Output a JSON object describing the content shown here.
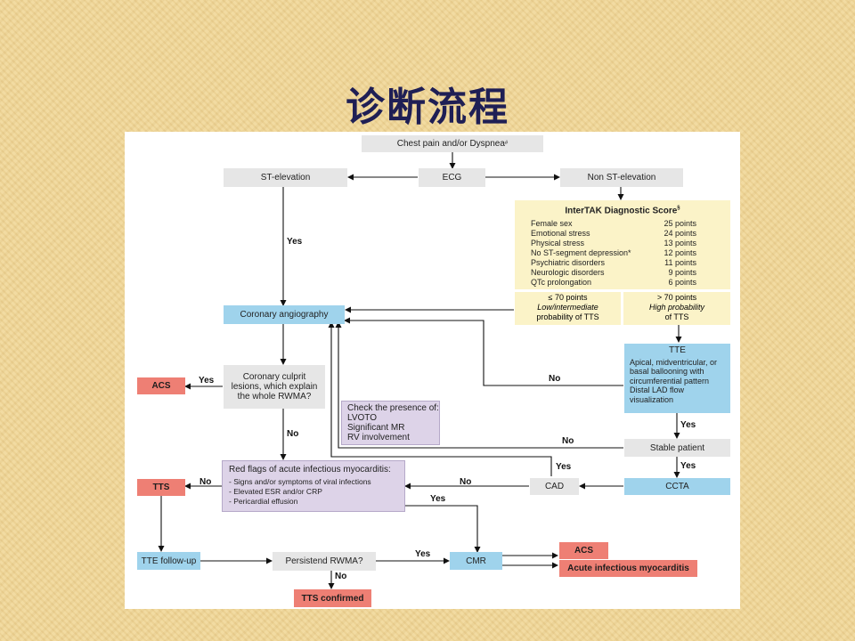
{
  "title": "诊断流程",
  "nodes": {
    "chest_pain": "Chest pain and/or Dyspnea",
    "chest_pain_sup": "#",
    "ecg": "ECG",
    "st_elevation": "ST-elevation",
    "non_st_elevation": "Non ST-elevation",
    "coronary_angiography": "Coronary angiography",
    "culprit": "Coronary culprit\nlesions, which explain\nthe whole RWMA?",
    "acs_top": "ACS",
    "check_presence": "Check the presence of:\nLVOTO\nSignificant MR\nRV involvement",
    "tte": "TTE",
    "tte_details": "Apical, midventricular, or\nbasal ballooning with\ncircumferential pattern\nDistal LAD flow\nvisualization",
    "stable_patient": "Stable patient",
    "ccta": "CCTA",
    "cad": "CAD",
    "red_flags_title": "Red flags of acute infectious myocarditis:",
    "red_flags_items": "- Signs and/or symptoms of viral infections\n- Elevated ESR and/or CRP\n- Pericardial effusion",
    "tts": "TTS",
    "tte_followup": "TTE follow-up",
    "persistent_rwma": "Persistend RWMA?",
    "cmr": "CMR",
    "acs_bottom": "ACS",
    "acute_myocarditis": "Acute infectious myocarditis",
    "tts_confirmed": "TTS confirmed"
  },
  "intertak": {
    "title": "InterTAK Diagnostic Score",
    "title_sup": "§",
    "rows": [
      {
        "name": "Female sex",
        "points": "25 points"
      },
      {
        "name": "Emotional stress",
        "points": "24 points"
      },
      {
        "name": "Physical stress",
        "points": "13 points"
      },
      {
        "name": "No ST-segment depression*",
        "points": "12 points"
      },
      {
        "name": "Psychiatric disorders",
        "points": "11 points"
      },
      {
        "name": "Neurologic disorders",
        "points": "9 points"
      },
      {
        "name": "QTc prolongation",
        "points": "6 points"
      }
    ],
    "low": {
      "threshold": "≤ 70 points",
      "label": "Low/intermediate",
      "desc": "probability of TTS"
    },
    "high": {
      "threshold": "> 70 points",
      "label": "High probability",
      "desc": "of TTS"
    }
  },
  "edge_labels": {
    "yes_st": "Yes",
    "yes_acs": "Yes",
    "no_culprit": "No",
    "no_tte": "No",
    "yes_tte_stable": "Yes",
    "no_stable": "No",
    "yes_stable_ccta": "Yes",
    "yes_cad": "Yes",
    "no_cad": "No",
    "no_tts": "No",
    "yes_redflags": "Yes",
    "yes_rwma": "Yes",
    "no_rwma": "No"
  },
  "colors": {
    "grey_box": "#e6e6e6",
    "blue_box": "#9fd3ec",
    "red_box": "#ee7f74",
    "purple_box": "#ddd3e8",
    "yellow_box": "#fbf3c8",
    "title_text": "#1f1f55"
  }
}
